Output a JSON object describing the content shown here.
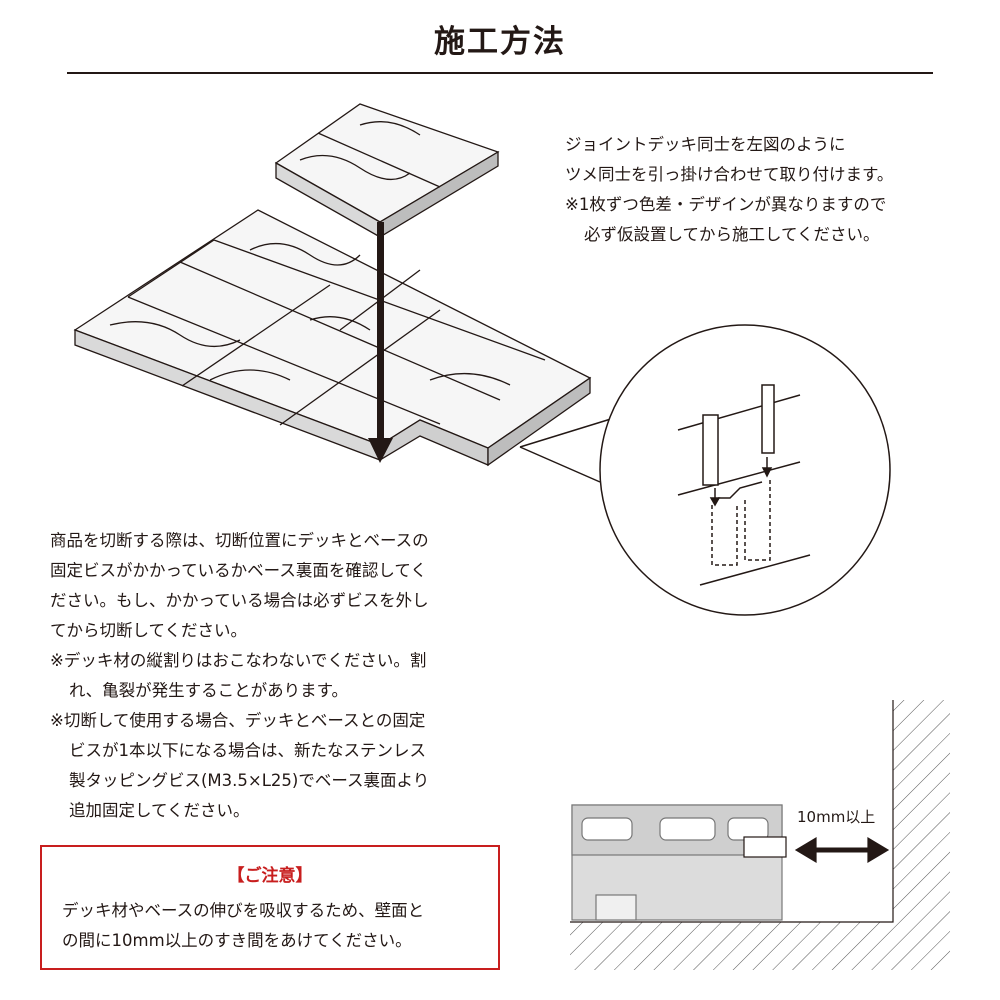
{
  "header": {
    "title": "施工方法"
  },
  "install_note": {
    "lines": [
      "ジョイントデッキ同士を左図のように",
      "ツメ同士を引っ掛け合わせて取り付けます。",
      "※1枚ずつ色差・デザインが異なりますので",
      "必ず仮設置してから施工してください。"
    ]
  },
  "cutting_note": {
    "lines": [
      "商品を切断する際は、切断位置にデッキとベースの",
      "固定ビスがかかっているかベース裏面を確認してく",
      "ださい。もし、かかっている場合は必ずビスを外し",
      "てから切断してください。",
      "※デッキ材の縦割りはおこなわないでください。割",
      "れ、亀裂が発生することがあります。",
      "※切断して使用する場合、デッキとベースとの固定",
      "ビスが1本以下になる場合は、新たなステンレス",
      "製タッピングビス(M3.5×L25)でベース裏面より",
      "追加固定してください。"
    ]
  },
  "caution": {
    "title": "【ご注意】",
    "lines": [
      "デッキ材やベースの伸びを吸収するため、壁面と",
      "の間に10mm以上のすき間をあけてください。"
    ]
  },
  "wall_diagram": {
    "gap_label": "10mm以上"
  },
  "colors": {
    "accent": "#c81e1e",
    "text": "#231815"
  }
}
